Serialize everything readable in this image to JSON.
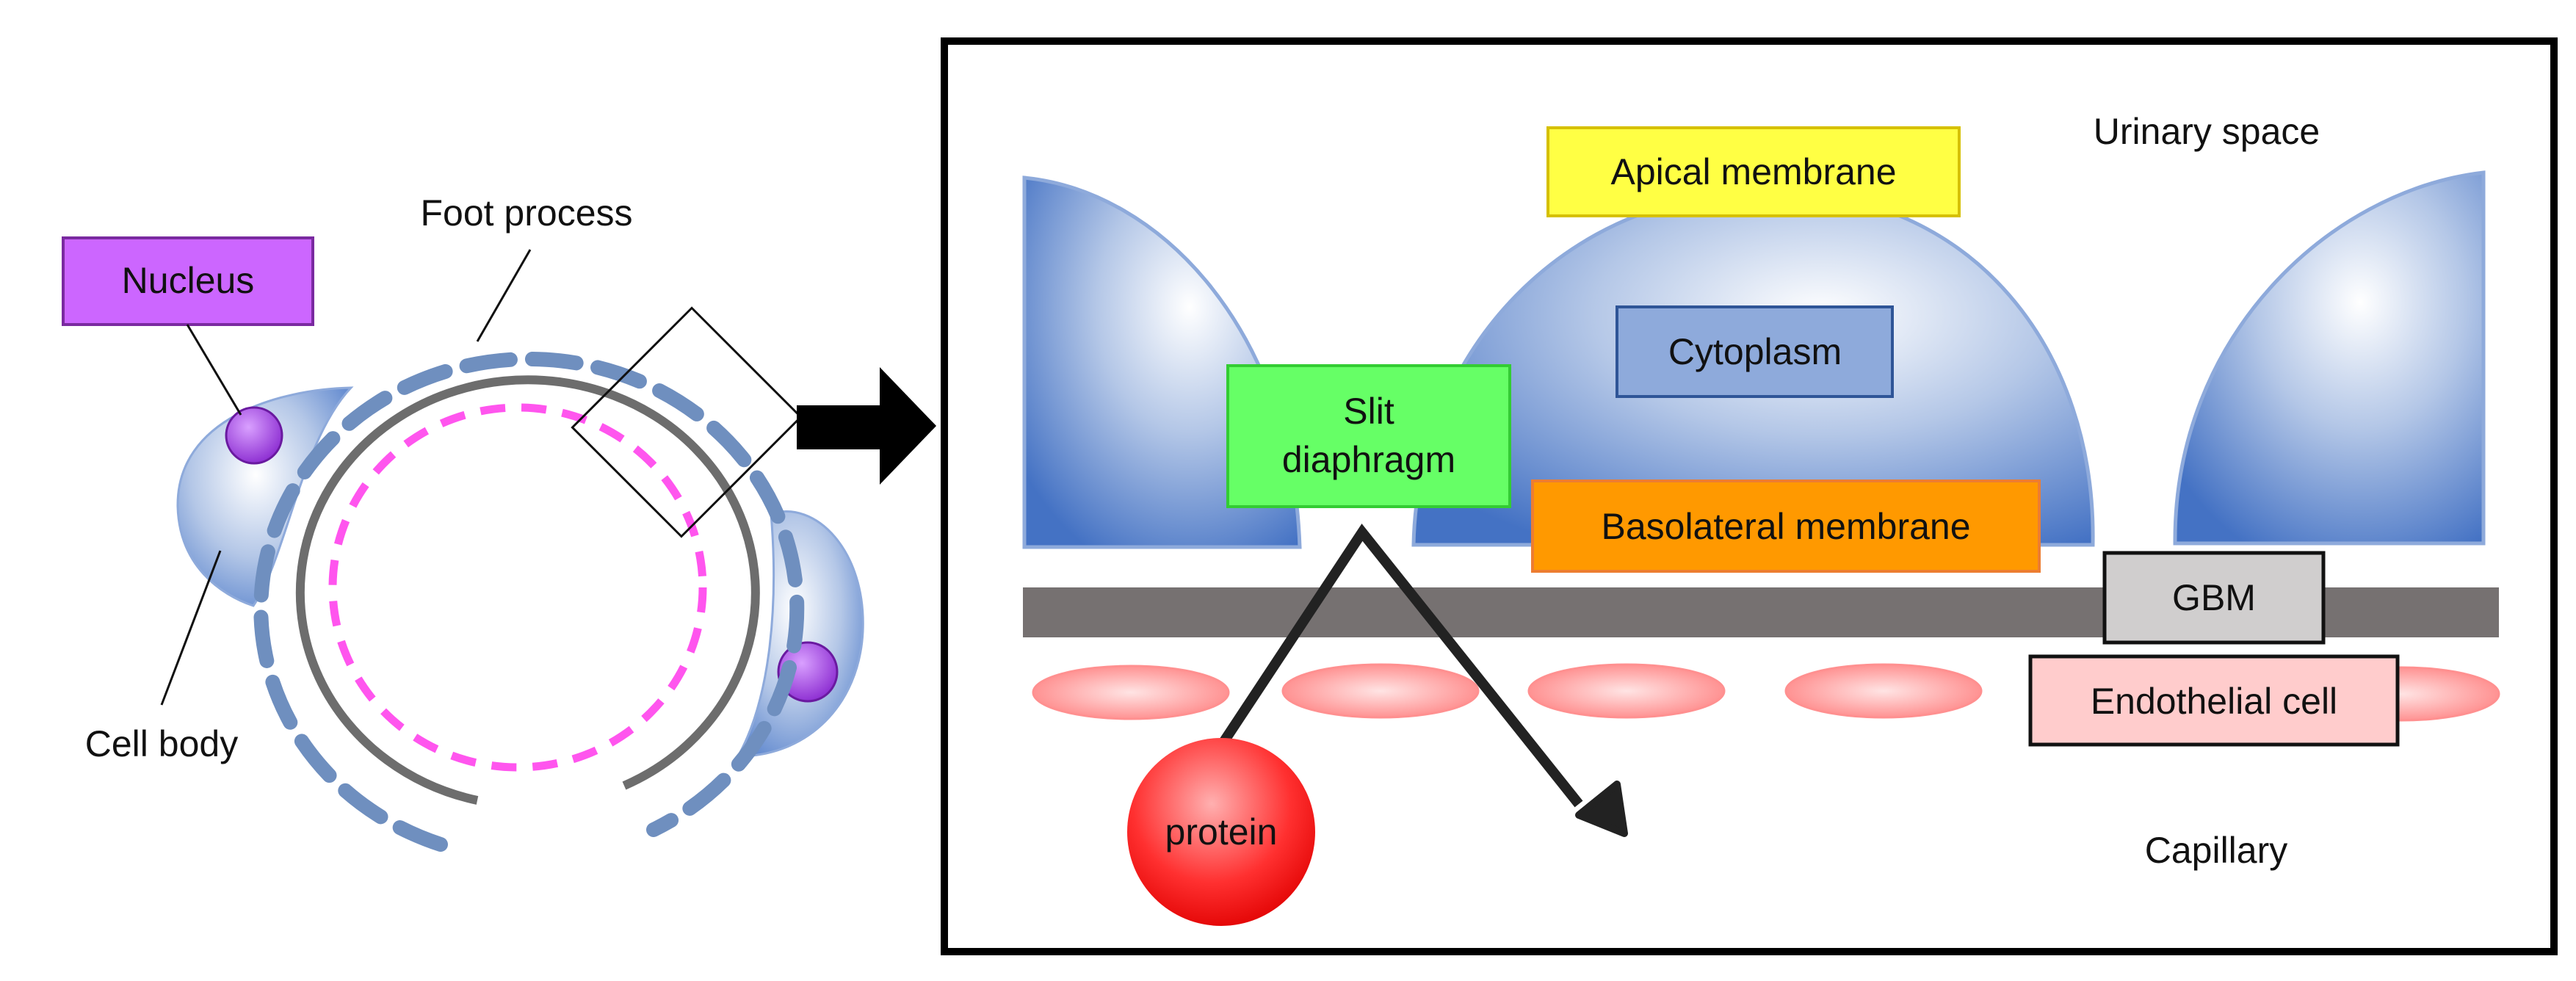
{
  "labels": {
    "nucleus": "Nucleus",
    "foot_process": "Foot process",
    "cell_body": "Cell body",
    "urinary_space": "Urinary space",
    "apical_membrane": "Apical membrane",
    "cytoplasm": "Cytoplasm",
    "slit_diaphragm_line1": "Slit",
    "slit_diaphragm_line2": "diaphragm",
    "basolateral_membrane": "Basolateral membrane",
    "gbm": "GBM",
    "endothelial_cell": "Endothelial cell",
    "protein": "protein",
    "capillary": "Capillary"
  },
  "colors": {
    "nucleus_box": "#cc66ff",
    "apical_box": "#ffff44",
    "cytoplasm_box": "#8eaadb",
    "slit_box": "#66ff66",
    "basolateral_box": "#ff9900",
    "gbm_box": "#d0cece",
    "endothelial_box": "#ffcccc",
    "gbm_band": "#767171",
    "podocyte": "#4472c4",
    "foot_dash": "#6f8fbf",
    "inner_dash": "#ff55ee",
    "protein": "#ff2222"
  }
}
